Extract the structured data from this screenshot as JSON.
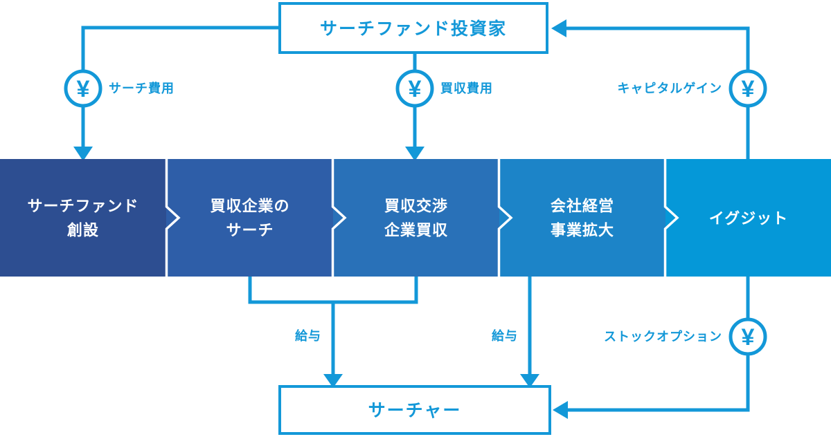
{
  "colors": {
    "accent": "#1398d8",
    "background": "#ffffff",
    "stage_text": "#ffffff",
    "stage1": "#2d4e91",
    "stage2": "#2e5ea8",
    "stage3": "#2971b8",
    "stage4": "#1c84c8",
    "stage5": "#0598d8"
  },
  "nodes": {
    "investor": {
      "label": "サーチファンド投資家"
    },
    "searcher": {
      "label": "サーチャー"
    }
  },
  "stages": [
    {
      "lines": [
        "サーチファンド",
        "創設"
      ]
    },
    {
      "lines": [
        "買収企業の",
        "サーチ"
      ]
    },
    {
      "lines": [
        "買収交渉",
        "企業買収"
      ]
    },
    {
      "lines": [
        "会社経営",
        "事業拡大"
      ]
    },
    {
      "lines": [
        "イグジット"
      ]
    }
  ],
  "flows": {
    "search_cost": {
      "label": "サーチ費用",
      "icon": "¥"
    },
    "acquisition_cost": {
      "label": "買収費用",
      "icon": "¥"
    },
    "capital_gain": {
      "label": "キャピタルゲイン",
      "icon": "¥"
    },
    "salary_from_search": {
      "label": "給与"
    },
    "salary_from_management": {
      "label": "給与"
    },
    "stock_option": {
      "label": "ストックオプション",
      "icon": "¥"
    }
  }
}
